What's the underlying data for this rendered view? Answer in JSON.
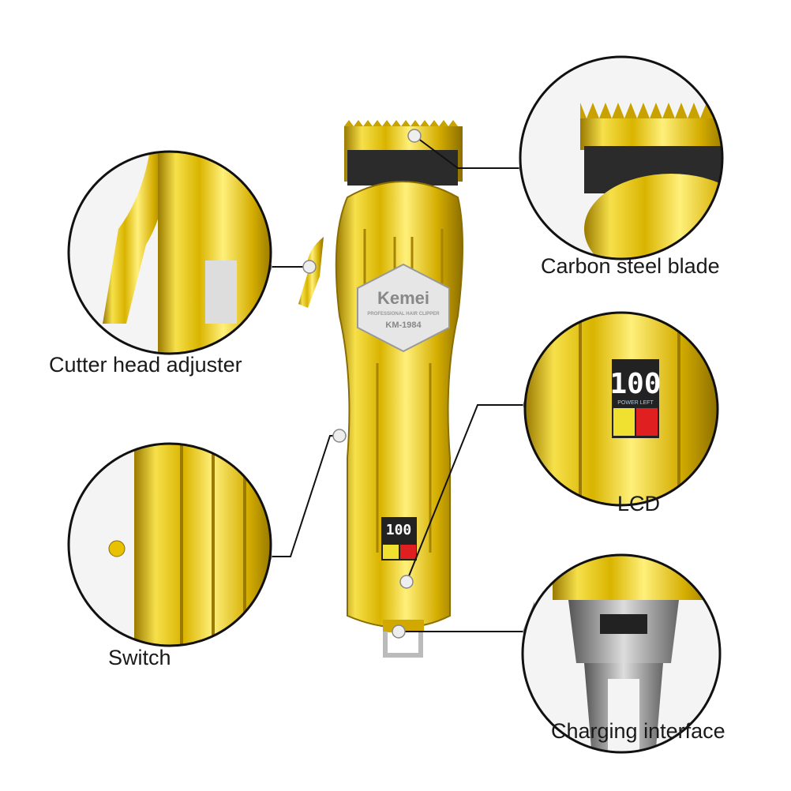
{
  "product": {
    "brand": "Kemei",
    "subtitle": "PROFESSIONAL HAIR CLIPPER",
    "model": "KM-1984",
    "lcd_value": "100",
    "lcd_caption": "POWER LEFT"
  },
  "callouts": [
    {
      "id": "blade",
      "label": "Carbon steel blade"
    },
    {
      "id": "adjuster",
      "label": "Cutter head adjuster"
    },
    {
      "id": "lcd",
      "label": "LCD"
    },
    {
      "id": "switch",
      "label": "Switch"
    },
    {
      "id": "charging",
      "label": "Charging interface"
    }
  ],
  "colors": {
    "gold": "#e8c200",
    "gold_dark": "#a88400",
    "line": "#111111"
  }
}
